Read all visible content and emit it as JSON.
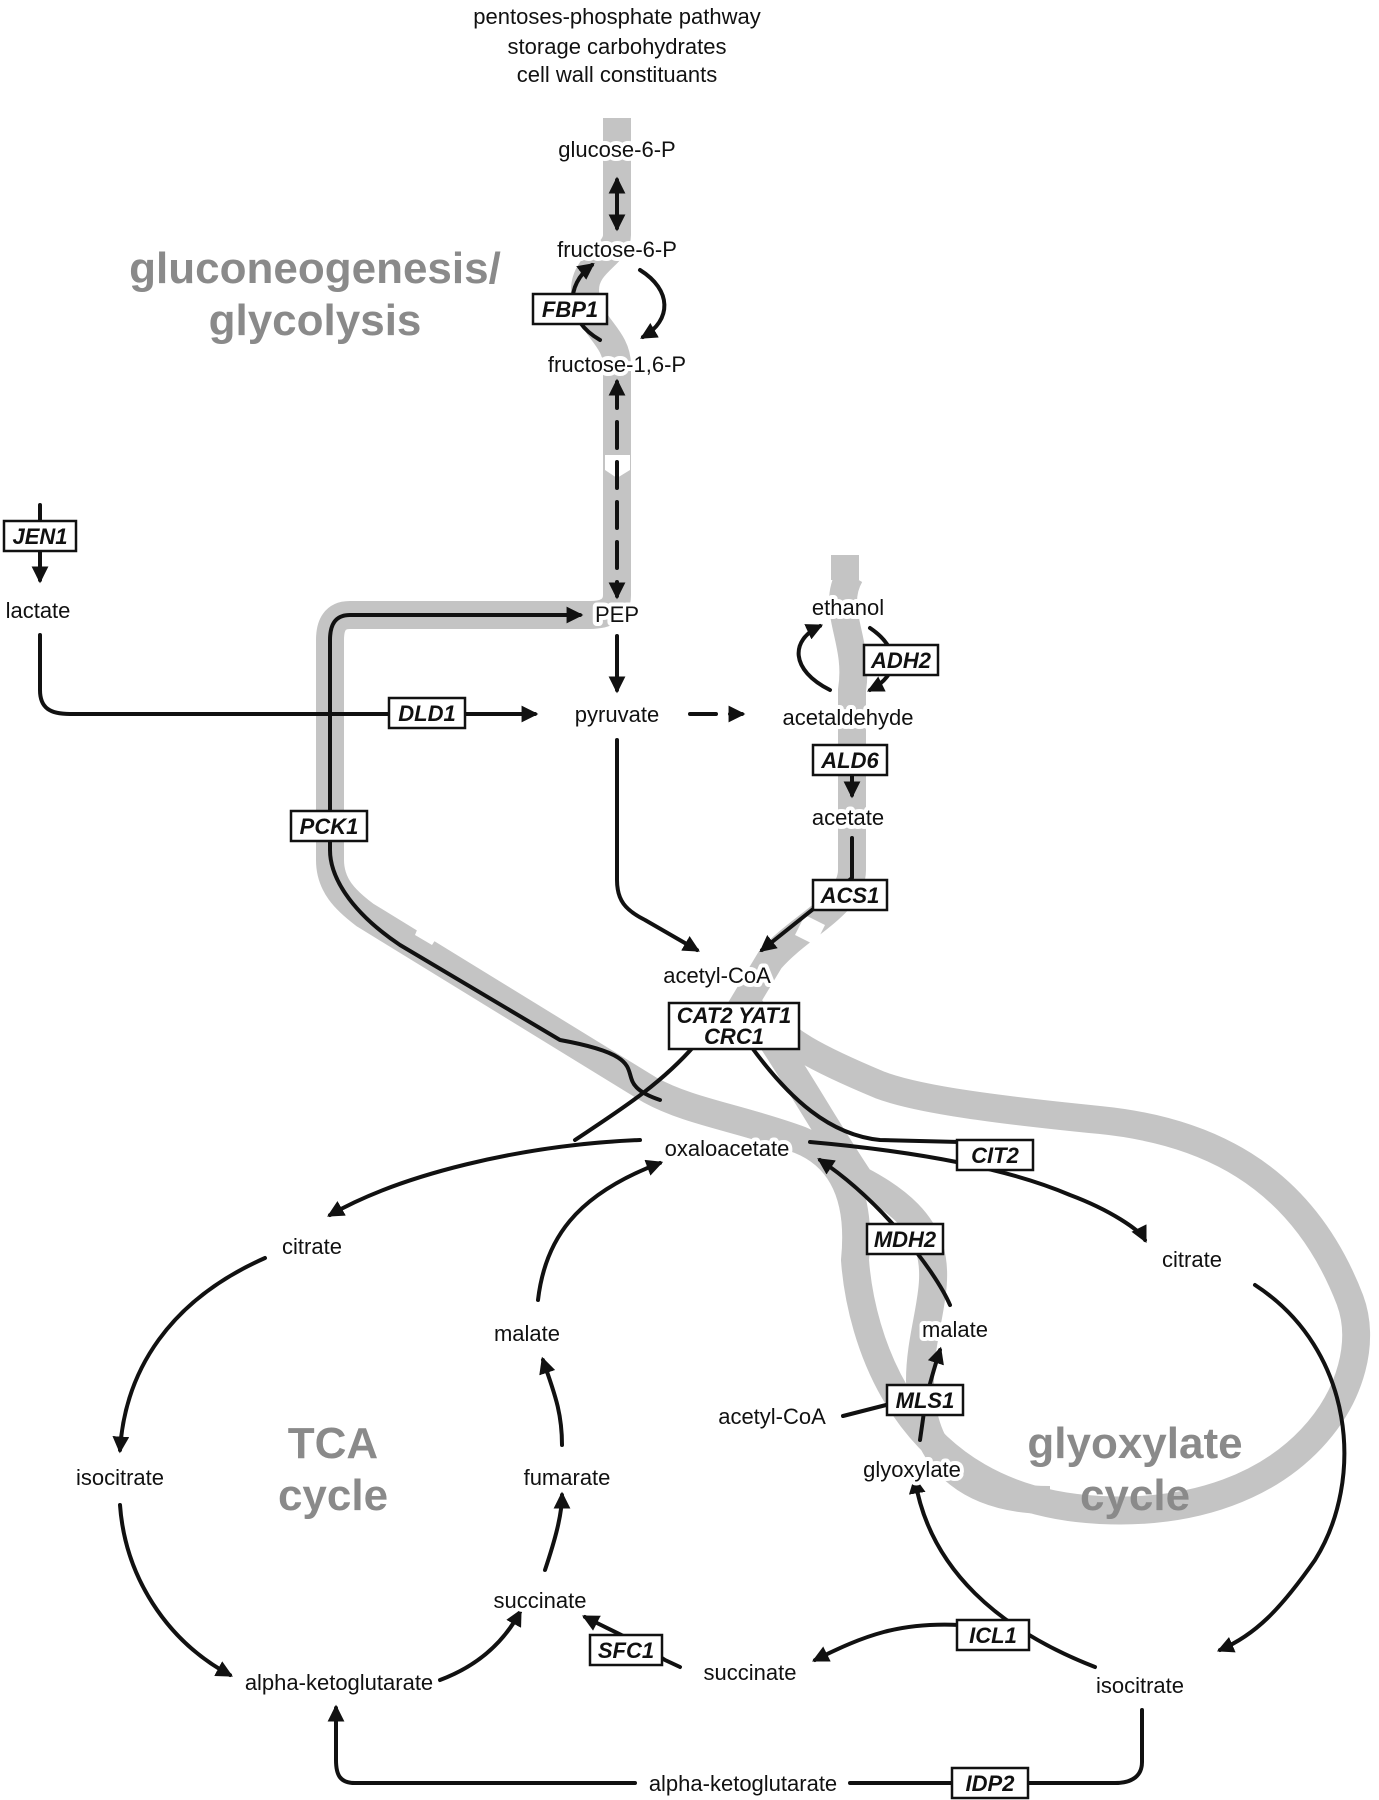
{
  "header": {
    "lines": [
      "pentoses-phosphate pathway",
      "storage carbohydrates",
      "cell wall constituants"
    ]
  },
  "sections": {
    "gluconeogenesis": [
      "gluconeogenesis/",
      "glycolysis"
    ],
    "tca": [
      "TCA",
      "cycle"
    ],
    "glyoxylate": [
      "glyoxylate",
      "cycle"
    ]
  },
  "metabolites": {
    "glucose6p": "glucose-6-P",
    "fructose6p": "fructose-6-P",
    "fructose16p": "fructose-1,6-P",
    "lactate": "lactate",
    "pep": "PEP",
    "pyruvate": "pyruvate",
    "ethanol": "ethanol",
    "acetaldehyde": "acetaldehyde",
    "acetate": "acetate",
    "acetylcoa": "acetyl-CoA",
    "oxaloacetate": "oxaloacetate",
    "citrate_tca": "citrate",
    "isocitrate_tca": "isocitrate",
    "akg_tca": "alpha-ketoglutarate",
    "succinate_tca": "succinate",
    "fumarate": "fumarate",
    "malate_tca": "malate",
    "citrate_glx": "citrate",
    "malate_glx": "malate",
    "acetylcoa_glx": "acetyl-CoA",
    "glyoxylate": "glyoxylate",
    "isocitrate_glx": "isocitrate",
    "succinate_glx": "succinate",
    "akg_bottom": "alpha-ketoglutarate"
  },
  "genes": {
    "jen1": "JEN1",
    "fbp1": "FBP1",
    "dld1": "DLD1",
    "pck1": "PCK1",
    "adh2": "ADH2",
    "ald6": "ALD6",
    "acs1": "ACS1",
    "cat2_line1": "CAT2 YAT1",
    "cat2_line2": "CRC1",
    "cit2": "CIT2",
    "mdh2": "MDH2",
    "mls1": "MLS1",
    "icl1": "ICL1",
    "sfc1": "SFC1",
    "idp2": "IDP2"
  },
  "colors": {
    "ink": "#111111",
    "highlight": "#c4c4c4",
    "section_label": "#8a8a8a"
  }
}
